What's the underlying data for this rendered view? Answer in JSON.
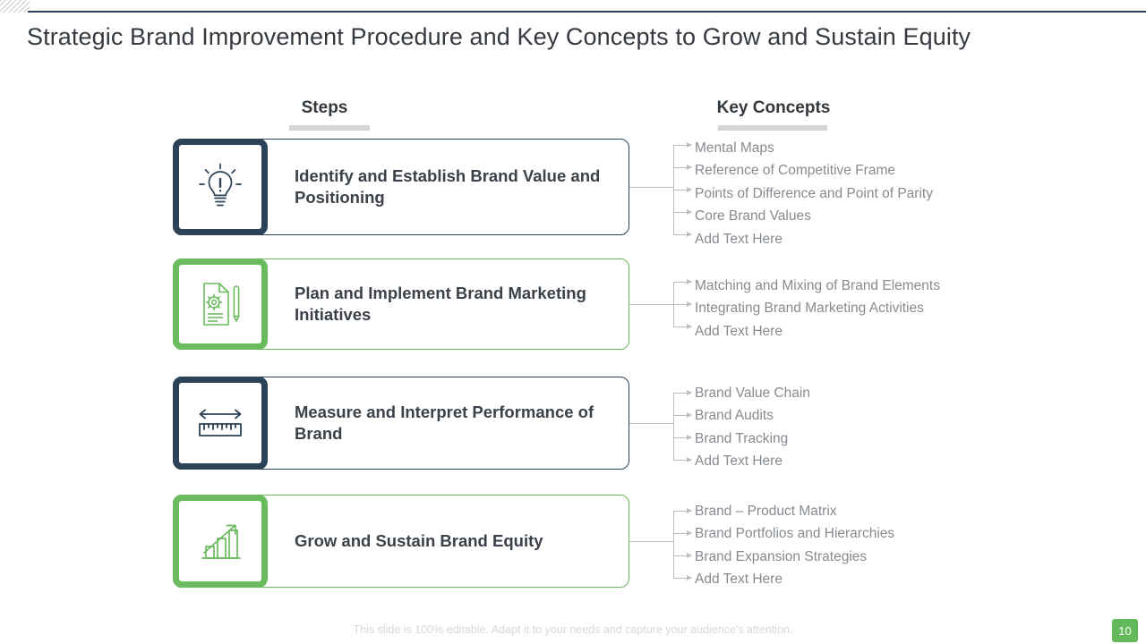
{
  "slide": {
    "title": "Strategic Brand Improvement Procedure and Key Concepts to Grow and Sustain Equity",
    "page_number": "10",
    "footer_note": "This slide is 100% editable. Adapt it to your needs and capture your audience's attention.",
    "colors": {
      "navy": "#2b4257",
      "green": "#6aba5e",
      "badge_green": "#64b95a",
      "title_text": "#343a40",
      "card_text": "#3b4148",
      "concept_text": "#868b90",
      "connector": "#b9bcc0",
      "header_bar": "#d2d4d6"
    }
  },
  "headers": {
    "steps": "Steps",
    "key_concepts": "Key Concepts"
  },
  "rows": [
    {
      "accent": "navy",
      "icon": "lightbulb-idea-icon",
      "step_label": "Identify and Establish Brand Value and Positioning",
      "concepts": [
        "Mental Maps",
        "Reference of Competitive Frame",
        "Points of Difference and Point of Parity",
        "Core Brand Values",
        "Add Text Here"
      ]
    },
    {
      "accent": "green",
      "icon": "document-gear-pen-icon",
      "step_label": "Plan and Implement Brand Marketing Initiatives",
      "concepts": [
        "Matching and Mixing of Brand Elements",
        "Integrating Brand Marketing Activities",
        "Add Text Here"
      ]
    },
    {
      "accent": "navy",
      "icon": "ruler-measure-icon",
      "step_label": "Measure and Interpret Performance of Brand",
      "concepts": [
        "Brand Value Chain",
        "Brand Audits",
        "Brand Tracking",
        "Add Text Here"
      ]
    },
    {
      "accent": "green",
      "icon": "growth-bar-chart-icon",
      "step_label": "Grow and Sustain Brand Equity",
      "concepts": [
        "Brand – Product Matrix",
        "Brand Portfolios and Hierarchies",
        "Brand Expansion Strategies",
        "Add Text Here"
      ]
    }
  ]
}
